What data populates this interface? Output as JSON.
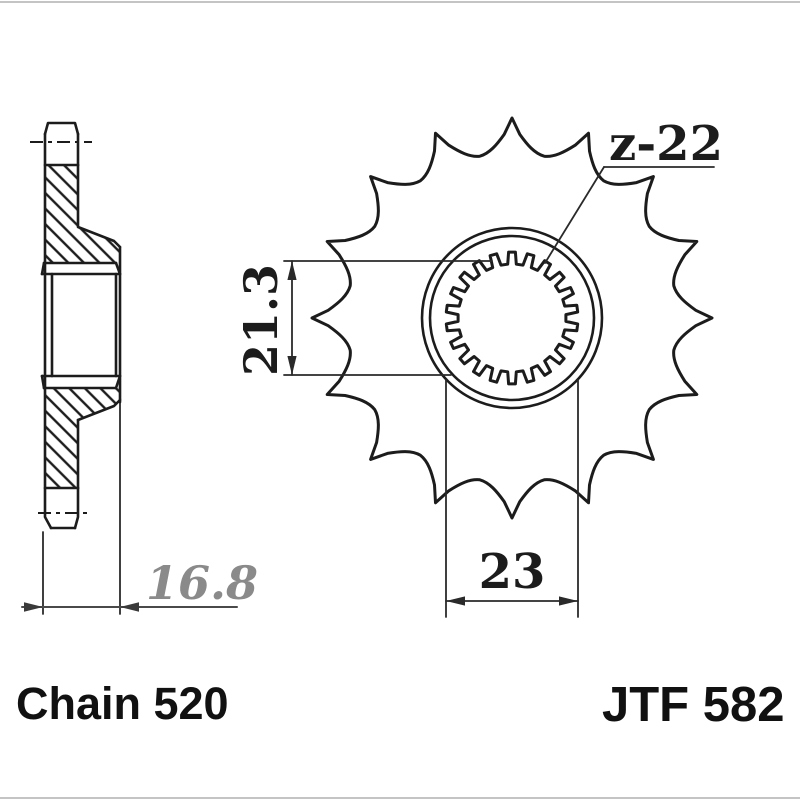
{
  "drawing": {
    "labels": {
      "part_number": "JTF 582",
      "chain": "Chain 520"
    },
    "dimensions": {
      "spline_teeth": "z-22",
      "bore_diameter": "21.3",
      "spline_outer_diameter": "23",
      "width": "16.8"
    },
    "colors": {
      "line": "#1c1c1c",
      "dim_line": "#2a2a2a",
      "gray_dim_text": "#8a8a8a",
      "frame": "#c4c4c4",
      "background": "#ffffff"
    }
  }
}
